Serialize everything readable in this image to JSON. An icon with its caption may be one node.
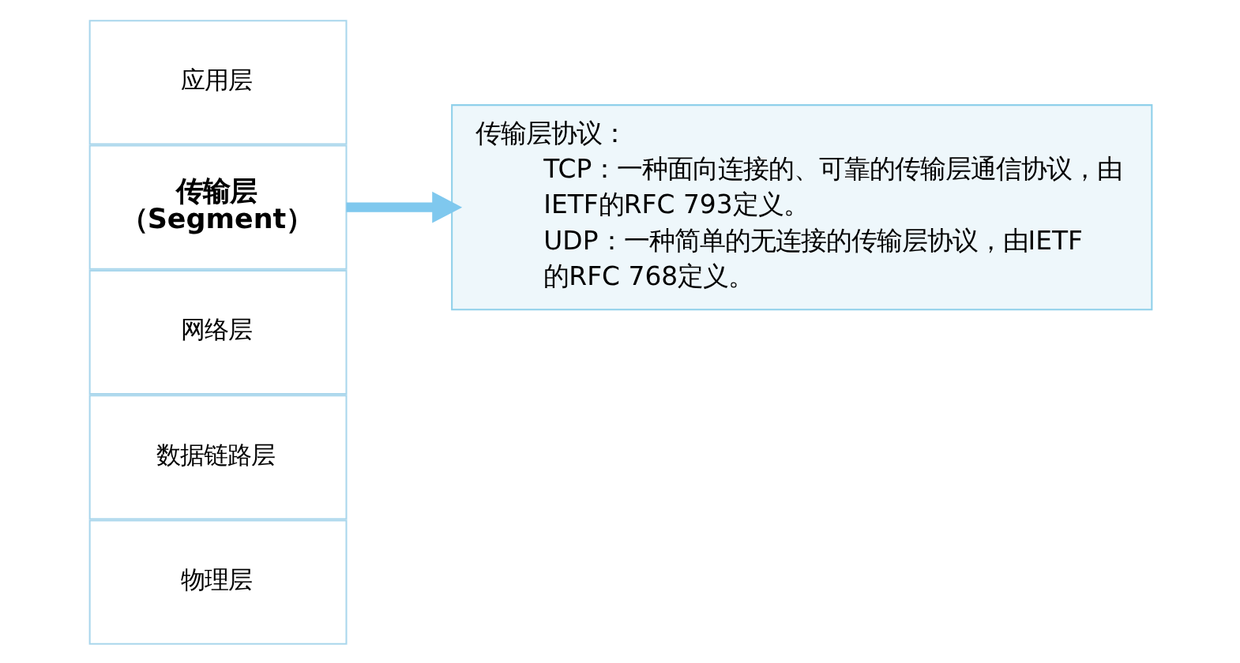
{
  "diagram": {
    "nodes": [
      {
        "text": [
          "应用层"
        ]
      },
      {
        "text": [
          "传输层",
          "（Segment）"
        ]
      },
      {
        "text": [
          "网络层"
        ]
      },
      {
        "text": [
          "数据链路层"
        ]
      },
      {
        "text": [
          "物理层"
        ]
      },
      {
        "text": [
          "传输层协议：",
          "TCP：一种面向连接的、可靠的传输层通信协议，由IETF的RFC 793定义。",
          "UDP：一种简单的无连接的传输层协议，由IETF的RFC 768定义。"
        ]
      }
    ],
    "edges": [
      {
        "from": 1,
        "to": 5,
        "arrow": "to",
        "color": "#7fc8ee"
      }
    ]
  }
}
